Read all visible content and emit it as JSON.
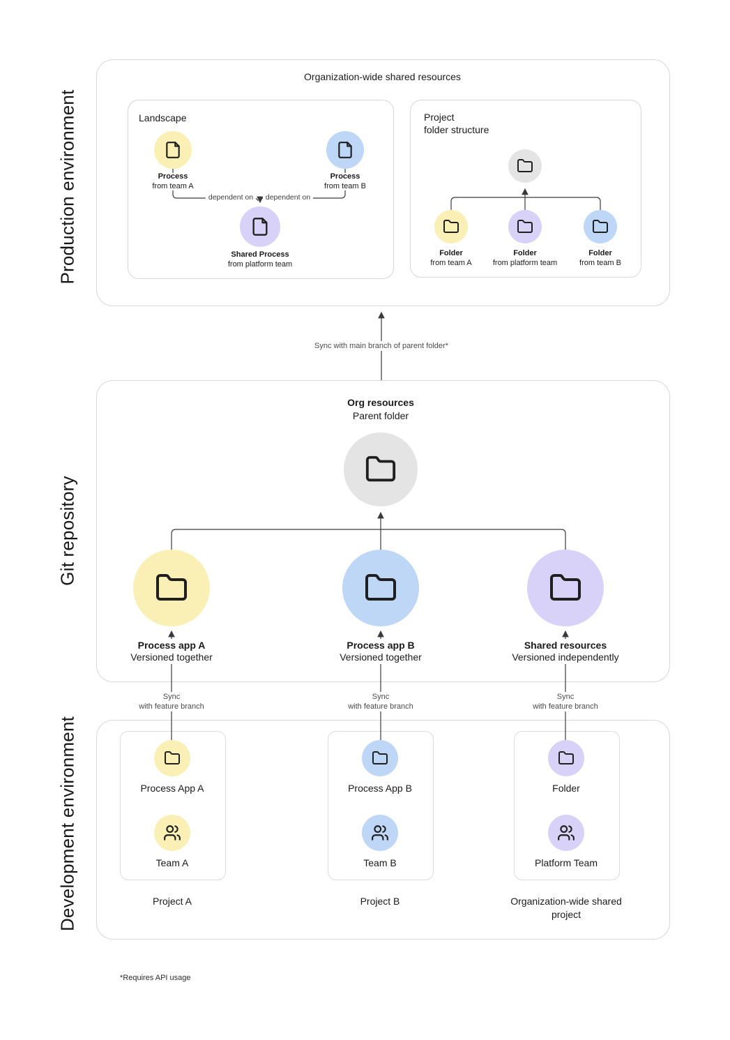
{
  "colors": {
    "yellow": "#FAEFB5",
    "blue": "#BFD7F7",
    "purple": "#D9D2F8",
    "gray": "#E4E4E4",
    "box_border": "#D8D8D8",
    "line": "#3A3A3A",
    "text": "#1A1A1A"
  },
  "production": {
    "section_label": "Production environment",
    "title": "Organization-wide shared resources",
    "landscape": {
      "title": "Landscape",
      "process_a": {
        "title": "Process",
        "subtitle": "from team A"
      },
      "process_b": {
        "title": "Process",
        "subtitle": "from team B"
      },
      "shared": {
        "title": "Shared Process",
        "subtitle": "from platform team"
      },
      "edge_label": "dependent on"
    },
    "folder_structure": {
      "title_line1": "Project",
      "title_line2": "folder structure",
      "folders": [
        {
          "title": "Folder",
          "subtitle": "from team A"
        },
        {
          "title": "Folder",
          "subtitle": "from platform team"
        },
        {
          "title": "Folder",
          "subtitle": "from team B"
        }
      ]
    }
  },
  "sync_main_label": "Sync with main branch of parent folder*",
  "git": {
    "section_label": "Git repository",
    "parent": {
      "title": "Org resources",
      "subtitle": "Parent folder"
    },
    "repos": [
      {
        "title": "Process app A",
        "subtitle": "Versioned together"
      },
      {
        "title": "Process app B",
        "subtitle": "Versioned together"
      },
      {
        "title": "Shared resources",
        "subtitle": "Versioned independently"
      }
    ]
  },
  "sync_feature_label": {
    "line1": "Sync",
    "line2": "with feature branch"
  },
  "development": {
    "section_label": "Development environment",
    "projects": [
      {
        "app_label": "Process App A",
        "team_label": "Team A",
        "caption": "Project A",
        "caption_line2": ""
      },
      {
        "app_label": "Process App B",
        "team_label": "Team B",
        "caption": "Project B",
        "caption_line2": ""
      },
      {
        "app_label": "Folder",
        "team_label": "Platform Team",
        "caption": "Organization-wide shared",
        "caption_line2": "project"
      }
    ]
  },
  "footnote": "*Requires API usage"
}
